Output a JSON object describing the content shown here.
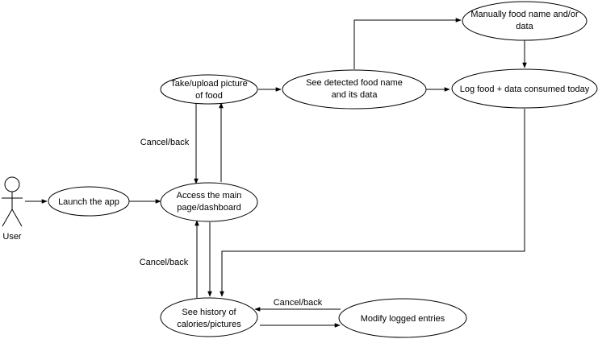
{
  "actor": {
    "label": "User"
  },
  "nodes": {
    "launch": "Launch the app",
    "dashboard_1": "Access the main",
    "dashboard_2": "page/dashboard",
    "take_1": "Take/upload picture",
    "take_2": "of food",
    "detect_1": "See detected food name",
    "detect_2": "and its data",
    "manual_1": "Manually food name and/or",
    "manual_2": "data",
    "log": "Log food + data consumed today",
    "history_1": "See history of",
    "history_2": "calories/pictures",
    "modify": "Modify logged entries"
  },
  "edge_labels": {
    "cancel_take": "Cancel/back",
    "cancel_history": "Cancel/back",
    "cancel_modify": "Cancel/back"
  }
}
